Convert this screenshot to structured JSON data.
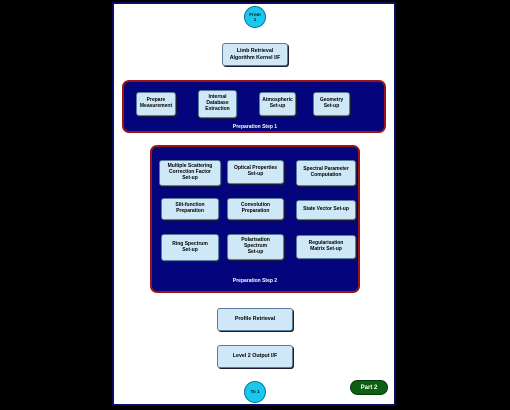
{
  "terminals": {
    "from": "From\n1",
    "to": "To 1"
  },
  "panels": {
    "step1": "Preparation Step 1",
    "step2": "Preparation Step 2"
  },
  "nodes": {
    "limb_kernel": "Limb Retrieval\nAlgorithm Kernel I/F",
    "prepare_measurement": "Prepare\nMeasurement",
    "internal_db": "Internal\nDatabase\nExtraction",
    "atmospheric_setup": "Atmospheric\nSet-up",
    "geometry_setup": "Geometry\nSet-up",
    "multiple_scattering": "Multiple Scattering\nCorrection Factor\nSet-up",
    "slit_function": "Slit-function\nPreparation",
    "ring_spectrum": "Ring Spectrum\nSet-up",
    "optical_properties": "Optical Properties\nSet-up",
    "convolution": "Convolution\nPreparation",
    "polarisation": "Polarisation\nSpectrum\nSet-up",
    "spectral_parameter": "Spectral Parameter\nComputation",
    "state_vector": "State Vector Set-up",
    "regularisation": "Regularisation\nMatrix Set-up",
    "profile_retrieval": "Profile Retrieval",
    "level2_output": "Level 2 Output I/F"
  },
  "badge": {
    "label": "Part 2"
  },
  "colors": {
    "panel_fill": "#04047c",
    "panel_border": "#9c1418",
    "node_fill": "#cfe8f7",
    "terminal_fill": "#19c8ec",
    "arrow": "#f07a1e",
    "badge_fill": "#0d5f13"
  }
}
